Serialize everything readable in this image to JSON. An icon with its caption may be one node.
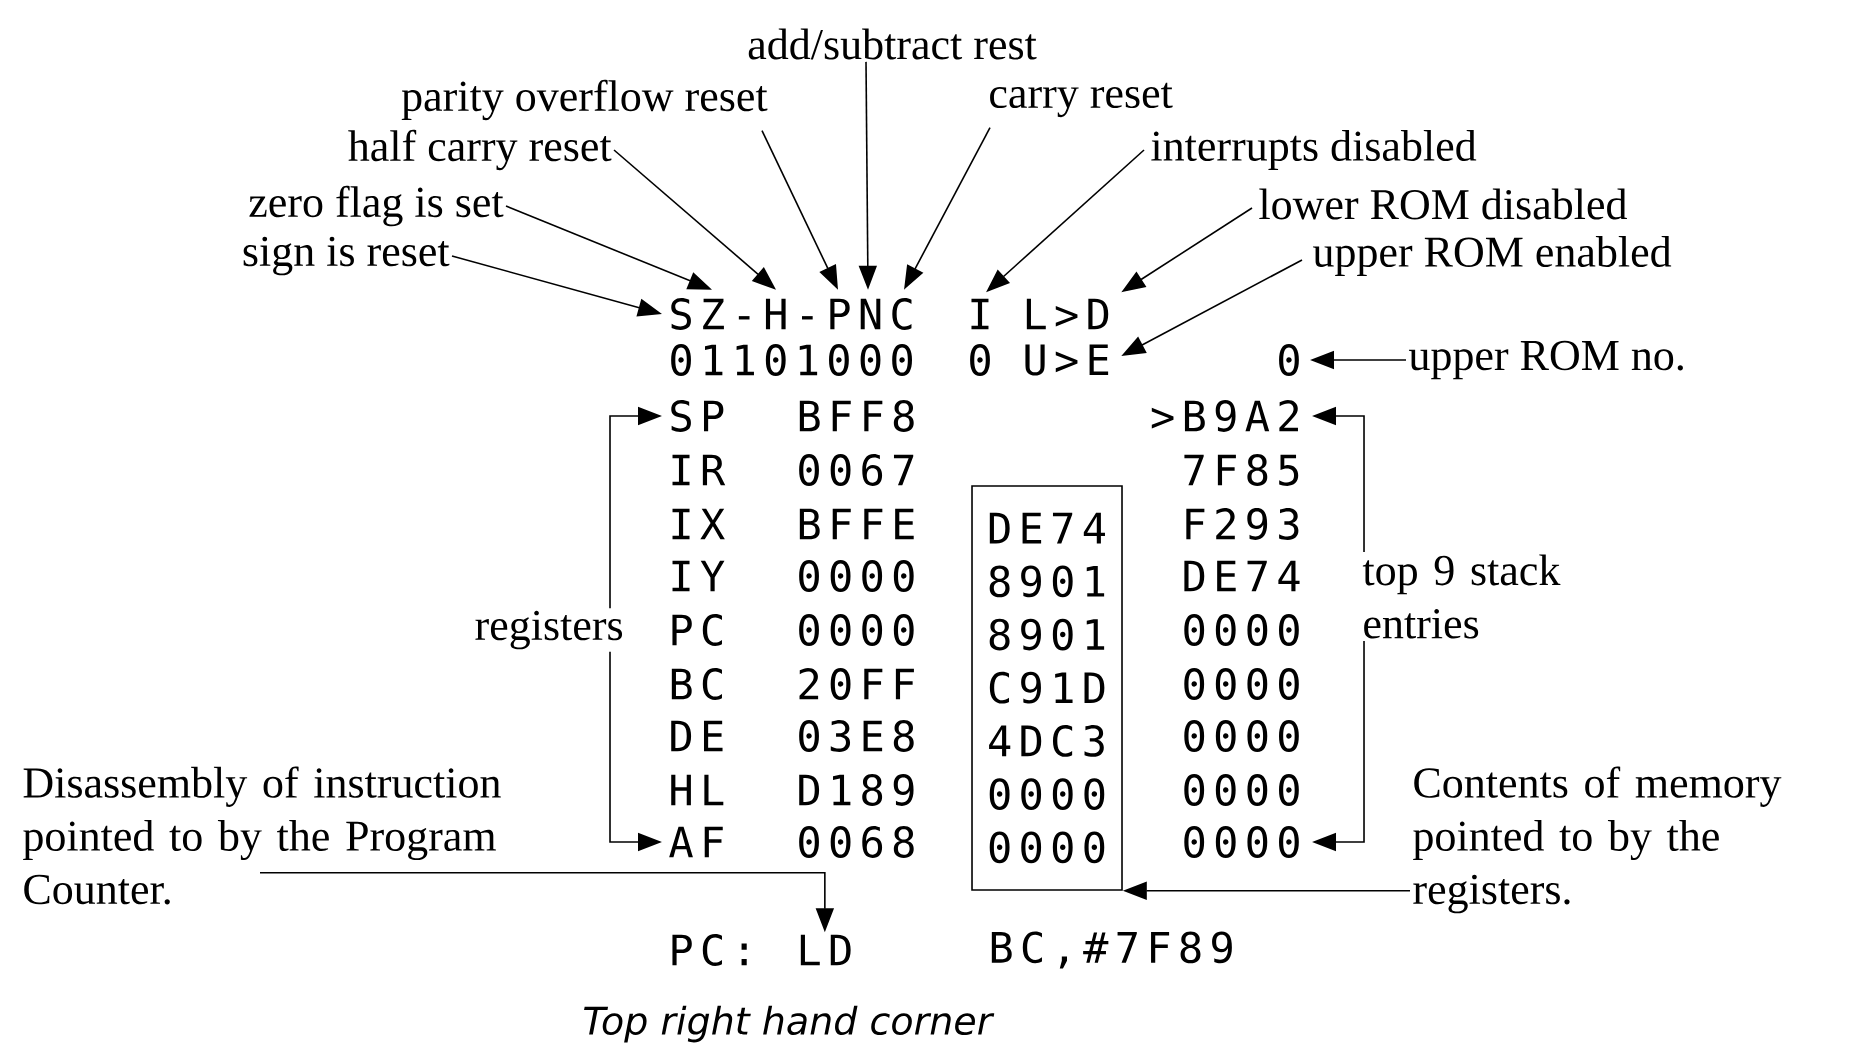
{
  "diagram": {
    "caption": "Top right hand corner",
    "nodes": [
      {
        "text": [
          "add/subtract rest"
        ]
      },
      {
        "text": [
          "parity overflow reset"
        ]
      },
      {
        "text": [
          "carry reset"
        ]
      },
      {
        "text": [
          "half carry reset"
        ]
      },
      {
        "text": [
          "interrupts disabled"
        ]
      },
      {
        "text": [
          "zero flag is set"
        ]
      },
      {
        "text": [
          "lower ROM disabled"
        ]
      },
      {
        "text": [
          "sign is reset"
        ]
      },
      {
        "text": [
          "upper ROM enabled"
        ]
      },
      {
        "text": [
          "SZ-H-PNC"
        ]
      },
      {
        "text": [
          "I"
        ]
      },
      {
        "text": [
          "L>D"
        ]
      },
      {
        "text": [
          "U>E"
        ]
      },
      {
        "text": [
          "0"
        ]
      },
      {
        "text": [
          "upper ROM no."
        ]
      },
      {
        "text": [
          "SP"
        ]
      },
      {
        "text": [
          ">B9A2"
        ]
      },
      {
        "text": [
          "registers"
        ]
      },
      {
        "text": [
          "top 9 stack entries"
        ]
      },
      {
        "text": [
          "DE74",
          "8901",
          "8901",
          "C91D",
          "4DC3",
          "0000",
          "0000"
        ]
      },
      {
        "text": [
          "Disassembly of instruction pointed to by the Program Counter."
        ]
      },
      {
        "text": [
          "AF"
        ]
      },
      {
        "text": [
          "0000"
        ]
      },
      {
        "text": [
          "Contents of memory pointed to by the registers."
        ]
      },
      {
        "text": [
          "LD"
        ]
      }
    ],
    "edges": [
      {
        "from": 7,
        "to": 9,
        "arrow": "to"
      },
      {
        "from": 5,
        "to": 9,
        "arrow": "to"
      },
      {
        "from": 3,
        "to": 9,
        "arrow": "to"
      },
      {
        "from": 1,
        "to": 9,
        "arrow": "to"
      },
      {
        "from": 0,
        "to": 9,
        "arrow": "to"
      },
      {
        "from": 2,
        "to": 9,
        "arrow": "to"
      },
      {
        "from": 4,
        "to": 10,
        "arrow": "to"
      },
      {
        "from": 6,
        "to": 11,
        "arrow": "to"
      },
      {
        "from": 8,
        "to": 12,
        "arrow": "to"
      },
      {
        "from": 14,
        "to": 13,
        "arrow": "to"
      },
      {
        "from": 17,
        "to": 15,
        "arrow": "to"
      },
      {
        "from": 17,
        "to": 21,
        "arrow": "to"
      },
      {
        "from": 18,
        "to": 16,
        "arrow": "to"
      },
      {
        "from": 18,
        "to": 22,
        "arrow": "to"
      },
      {
        "from": 20,
        "to": 24,
        "arrow": "to"
      },
      {
        "from": 23,
        "to": 19,
        "arrow": "to"
      }
    ],
    "labels": [
      "01101000",
      "0",
      "BFF8",
      "IR",
      "0067",
      "7F85",
      "IX",
      "BFFE",
      "F293",
      "IY",
      "0000",
      "DE74",
      "PC",
      "0000",
      "0000",
      "BC",
      "20FF",
      "0000",
      "DE",
      "03E8",
      "0000",
      "HL",
      "D189",
      "0000",
      "0068",
      "PC:",
      "BC,#7F89"
    ]
  }
}
